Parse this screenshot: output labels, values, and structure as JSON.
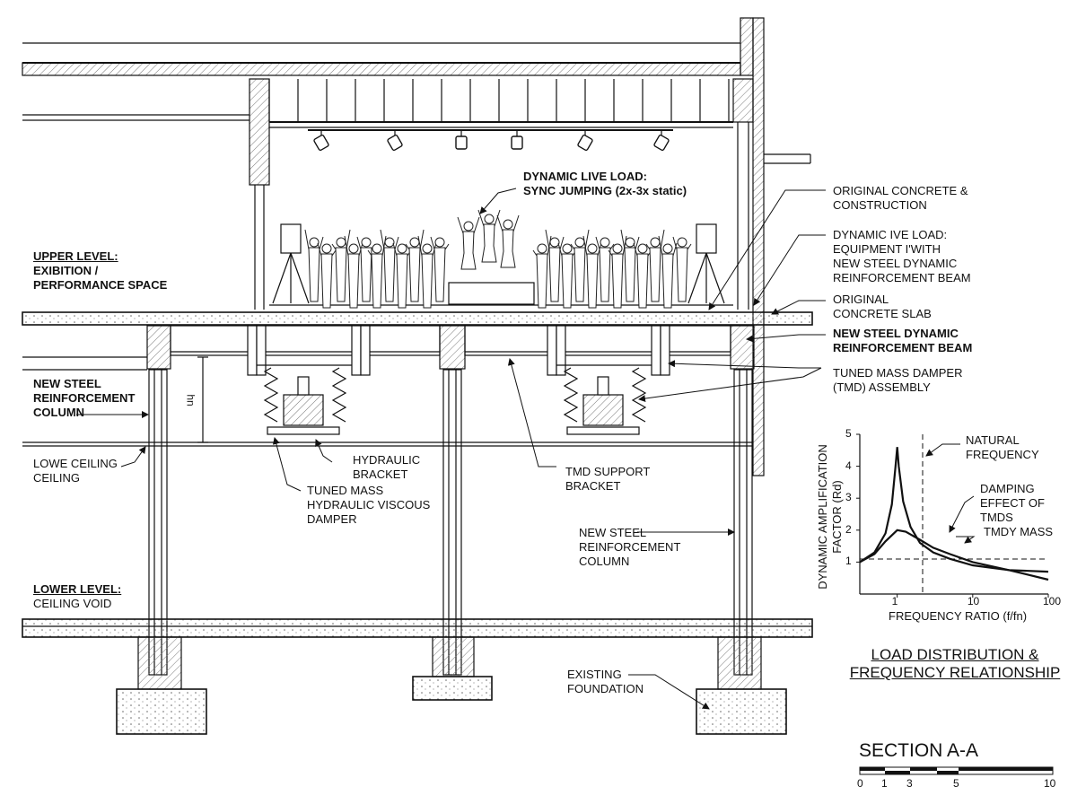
{
  "labels": {
    "dynamic_live_load": [
      "DYNAMIC LIVE LOAD:",
      "SYNC JUMPING (2x-3x static)"
    ],
    "original_construction": [
      "ORIGINAL CONCRETE &",
      "CONSTRUCTION"
    ],
    "equipment_load": [
      "DYNAMIC IVE LOAD:",
      "EQUIPMENT  I'WITH",
      "NEW STEEL DYNAMIC",
      "REINFORCEMENT BEAM"
    ],
    "original_slab": [
      "ORIGINAL",
      "CONCRETE SLAB"
    ],
    "new_beam": [
      "NEW STEEL DYNAMIC",
      "REINFORCEMENT BEAM"
    ],
    "tmd_assembly": [
      "TUNED MASS DAMPER",
      "(TMD) ASSEMBLY"
    ],
    "upper_level": [
      "UPPER LEVEL:",
      "EXIBITION /",
      "PERFORMANCE SPACE"
    ],
    "new_column_left": [
      "NEW STEEL",
      "REINFORCEMENT",
      "COLUMN"
    ],
    "lower_ceiling": [
      "LOWE CEILING",
      "CEILING"
    ],
    "hydraulic_bracket": [
      "HYDRAULIC",
      "BRACKET"
    ],
    "viscous_damper": [
      "TUNED MASS",
      "HYDRAULIC VISCOUS",
      "DAMPER"
    ],
    "tmd_support": [
      "TMD SUPPORT",
      "BRACKET"
    ],
    "new_column_right": [
      "NEW STEEL",
      "REINFORCEMENT",
      "COLUMN"
    ],
    "lower_level": [
      "LOWER LEVEL:",
      "CEILING VOID"
    ],
    "existing_foundation": [
      "EXISTING",
      "FOUNDATION"
    ],
    "dim_h": "hn"
  },
  "chart_title": [
    "LOAD DISTRIBUTION &",
    "FREQUENCY RELATIONSHIP"
  ],
  "section": {
    "title": "SECTION A-A",
    "scale_ticks": [
      "0",
      "1",
      "3",
      "5",
      "10"
    ]
  },
  "chart_data": {
    "type": "line",
    "xlabel": "FREQUENCY RATIO (f/fn)",
    "ylabel": [
      "DYNAMIC AMPLIFICATION",
      "FACTOR (Rd)"
    ],
    "x_ticks": [
      "1",
      "10",
      "100"
    ],
    "y_ticks": [
      "1",
      "2",
      "3",
      "4",
      "5"
    ],
    "ylim": [
      0,
      5
    ],
    "xscale": "log",
    "annotations": [
      [
        "NATURAL",
        "FREQUENCY"
      ],
      [
        "DAMPING",
        "EFFECT OF",
        "TMDS"
      ],
      [
        "TMDY MASS"
      ]
    ],
    "series": [
      {
        "x": [
          0.32,
          0.5,
          0.7,
          0.85,
          0.95,
          1.0,
          1.05,
          1.2,
          1.5,
          2,
          3,
          5,
          10,
          30,
          100
        ],
        "values": [
          1.0,
          1.3,
          1.9,
          2.8,
          4.0,
          4.6,
          4.0,
          2.9,
          2.1,
          1.6,
          1.3,
          1.1,
          0.9,
          0.75,
          0.7
        ]
      },
      {
        "x": [
          0.32,
          0.5,
          0.7,
          1.0,
          1.3,
          2,
          3,
          5,
          10,
          30,
          100
        ],
        "values": [
          1.0,
          1.25,
          1.65,
          2.0,
          1.95,
          1.7,
          1.45,
          1.25,
          1.0,
          0.75,
          0.45
        ]
      }
    ]
  },
  "colors": {
    "ink": "#111111",
    "hatch": "#999999"
  }
}
